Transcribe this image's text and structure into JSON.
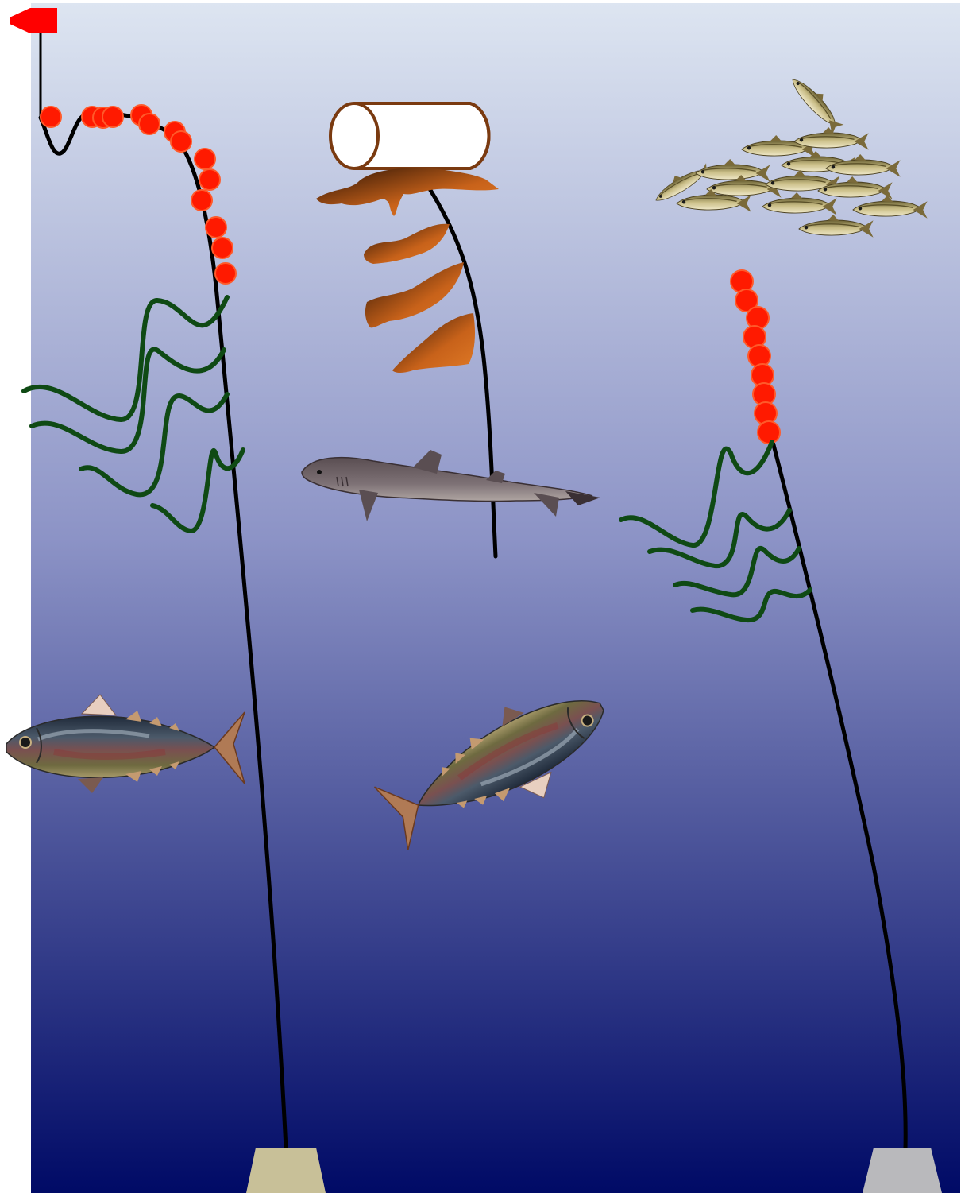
{
  "colors": {
    "water_top": "#dde5f1",
    "water_mid": "#8c93c6",
    "water_bottom": "#000a66",
    "float_red": "#ff1a00",
    "flag_red": "#ff0000",
    "line_black": "#000000",
    "streamer_green": "#0f4a14",
    "kelp_brown": "#c8621a",
    "anchor_tan": "#c8c098",
    "anchor_grey": "#b9b9bc",
    "buoy_outline": "#7a3a10"
  },
  "components": {
    "flag": "marker-flag",
    "floats": "red-float",
    "buoy": "cylinder-buoy",
    "attractor": "kelp-strip",
    "streamers": "green-streamer",
    "anchors": "anchor-block",
    "fish": [
      "tuna-fish",
      "shark-fish",
      "baitfish-school"
    ]
  }
}
